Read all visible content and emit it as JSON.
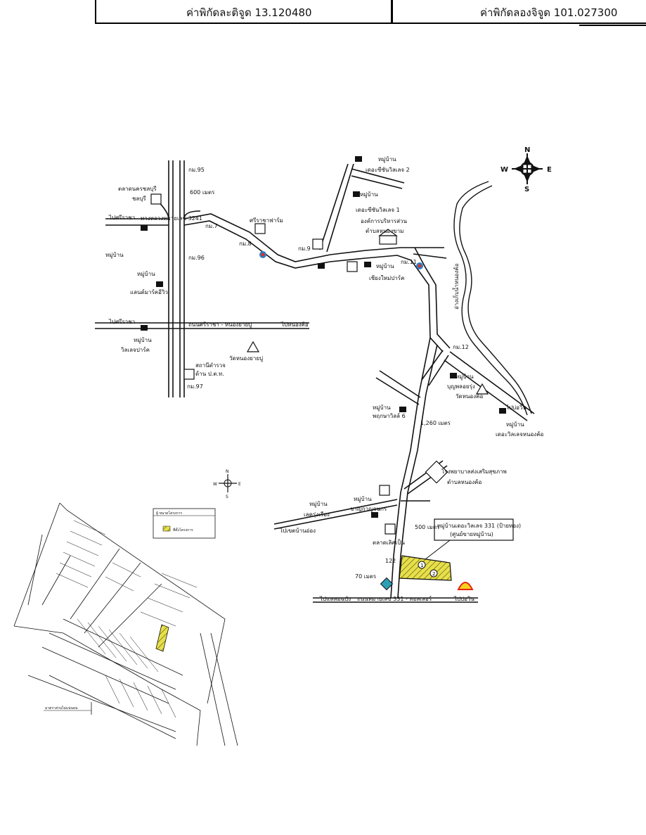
{
  "header": {
    "latitude_text": "ค่าพิกัดละติจูด 13.120480",
    "longitude_text": "ค่าพิกัดลองจิจูด 101.027300"
  },
  "compass": {
    "n": "N",
    "s": "S",
    "e": "E",
    "w": "W"
  },
  "small_compass": {
    "n": "N",
    "s": "S",
    "e": "E",
    "w": "W"
  },
  "labels": {
    "km95": "กม.95",
    "m600": "600 เมตร",
    "market": "ตลาดนครชลบุรี",
    "market2": "ชลบุรี",
    "to_sriracha_top": "ไปศรีราชา",
    "hwy3241": "ทางหลวงหมายเลข 3241",
    "km7": "กม.7",
    "km8": "กม.8",
    "km95b": "กม.95",
    "km96": "กม.96",
    "km97": "กม.97",
    "village_left1": "หมู่บ้าน",
    "village_left2": "หมู่บ้าน",
    "village_left3": "หมู่บ้าน",
    "village_left4": "แลนด์มาร์คอีวิว",
    "to_sriracha_mid": "ไปศรีราชา",
    "village_vil": "หมู่บ้าน",
    "village_vil2": "วิลเลจปาร์ค",
    "road_sriracha_nongkho": "ถนนศรีราชา - หนองยายบู่",
    "to_nongkho": "ไปหนองค้อ",
    "wat": "วัดหนองยายบู่",
    "police": "สถานีตำรวจ",
    "police2": "ด้าน ป.ต.ท.",
    "farm": "ศรีราชาฟาร์ม",
    "km9": "กม.9",
    "village_top1": "หมู่บ้าน",
    "village_top1b": "เดอะซีซันวิลเลจ 2",
    "village_top2": "หมู่บ้าน",
    "village_top2b": "เดอะซีซันวิลเลจ 1",
    "sao": "องค์การบริหารส่วน",
    "sao2": "ตำบลหนองขาม",
    "km11": "กม.11",
    "village_chain": "หมู่บ้าน",
    "village_chain2": "เชียงใหม่ปาร์ค",
    "km12": "กม.12",
    "reservoir": "อ่างเก็บน้ำหนองค้อ",
    "village_right1": "หมู่บ้าน",
    "village_right1b": "บุญพลอยรุ่ง",
    "wat2": "วัดหนองค้อ",
    "to_bowin": "ไปบ่อวิน",
    "village_right2": "หมู่บ้าน",
    "village_right2b": "เดอะวิลเลจหนองค้อ",
    "village_mid1": "หมู่บ้าน",
    "village_mid1b": "พฤกษาวิลล์ 6",
    "km126": "1,260 เมตร",
    "hospital": "โรงพยาบาลส่งเสริมสุขภาพ",
    "hospital2": "ตำบลหนองค้อ",
    "village_low1": "หมู่บ้าน",
    "village_low1b": "เลครุ่งเรือง",
    "village_low2": "หมู่บ้าน",
    "village_low2b": "ชาญกาญจนกร",
    "to_khaokhiao": "ไปเขตบ้านอ่อง",
    "m500": "500 เมตร",
    "project": "หมู่บ้านเดอะวิลเลจ 331 (ป้ายทอง)",
    "project2": "(ศูนย์ขายหมู่บ้าน)",
    "market_low": "ตลาดเลิศเป็น",
    "m70": "70 เมตร",
    "km122": "122",
    "road331": "ถนนหมายเลข 331 - ทอลเลอร์",
    "to_laem": "ไปแหลมฉบัง",
    "to_bowin2": "ไปบ่อวิน",
    "inset_legend_title": "ผู้ ขนาดโครงการ",
    "inset_legend_item": "ที่ตั้งโครงการ",
    "inset_scale": "มาตราส่วนไม่แน่นอน"
  },
  "colors": {
    "line": "#111111",
    "project_fill": "#e8e04a",
    "gas_red": "#d8322c",
    "gas_blue": "#2a7fc4",
    "shell_yellow": "#f7d21c",
    "shell_red": "#e3261b"
  }
}
